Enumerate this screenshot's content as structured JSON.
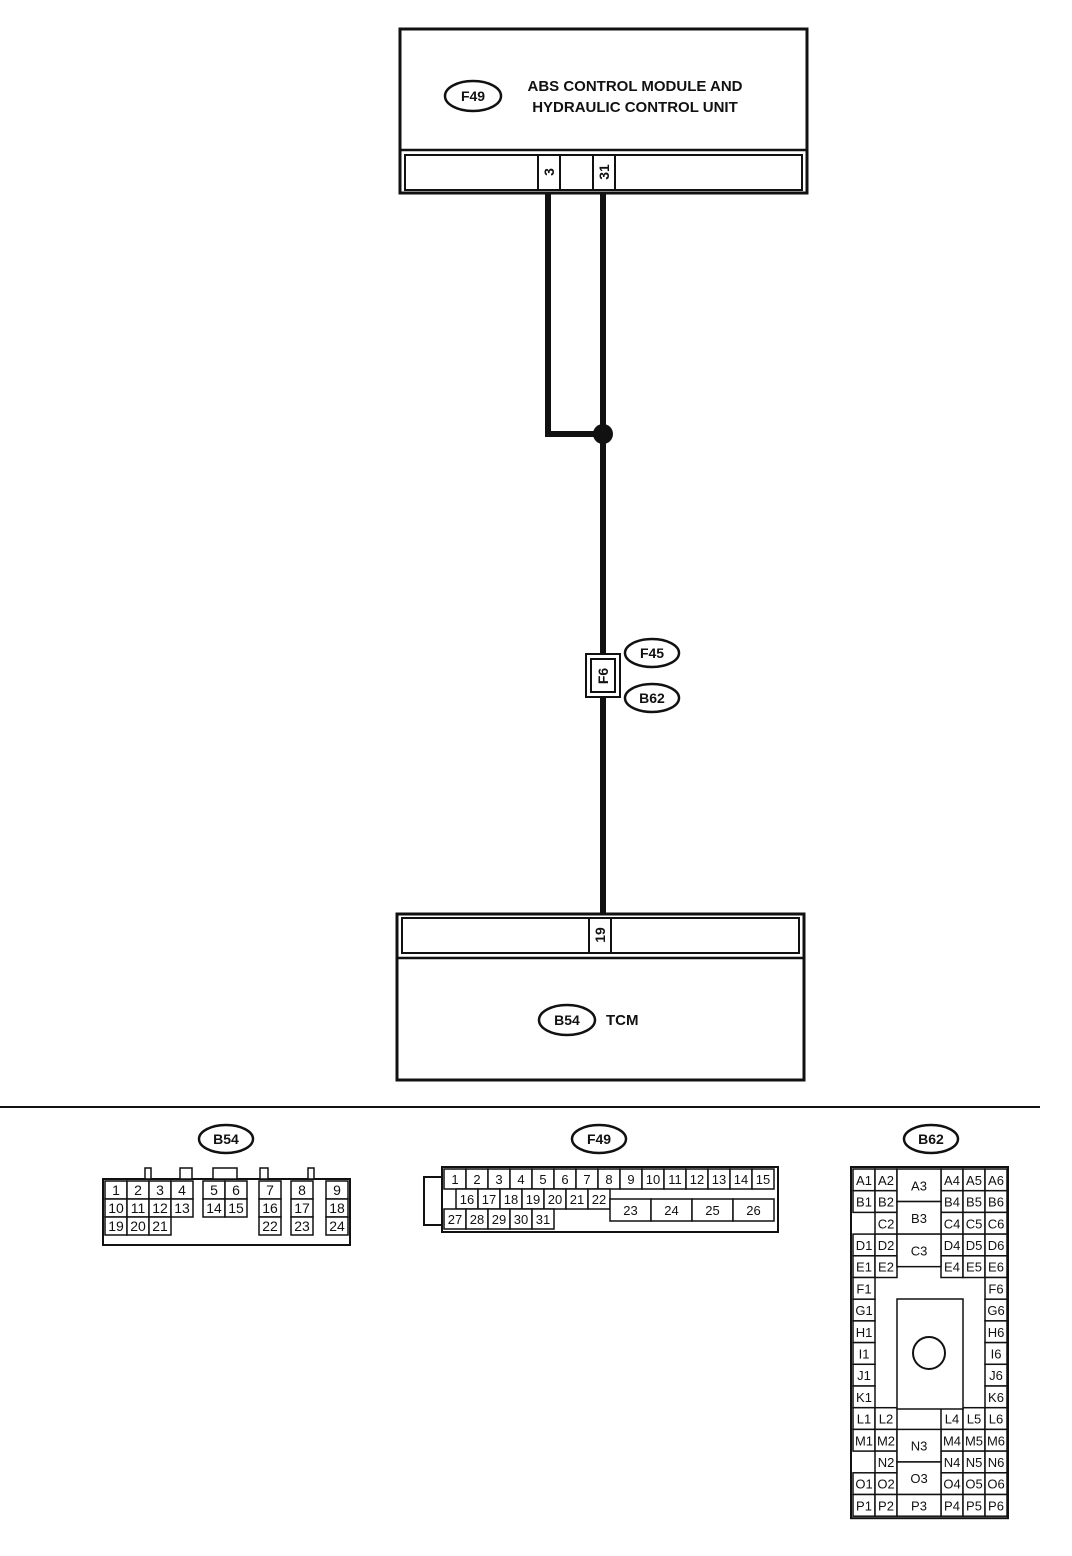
{
  "colors": {
    "ink": "#111111",
    "paper": "#ffffff",
    "shade": "#f4f4f4"
  },
  "top_unit": {
    "id": "F49",
    "title_line1": "ABS CONTROL MODULE AND",
    "title_line2": "HYDRAULIC CONTROL UNIT",
    "pins": [
      "3",
      "31"
    ]
  },
  "joint_connector": {
    "pin": "F6",
    "ids": [
      "F45",
      "B62"
    ]
  },
  "bottom_unit": {
    "id": "B54",
    "title": "TCM",
    "pin": "19"
  },
  "connectors": {
    "b54": {
      "id": "B54",
      "rows": [
        [
          "1",
          "2",
          "3",
          "4",
          "5",
          "6",
          "7",
          "8",
          "9"
        ],
        [
          "10",
          "11",
          "12",
          "13",
          "14",
          "15",
          "16",
          "17",
          "18"
        ],
        [
          "19",
          "20",
          "21",
          "22",
          "23",
          "24"
        ]
      ]
    },
    "f49": {
      "id": "F49",
      "row1": [
        "1",
        "2",
        "3",
        "4",
        "5",
        "6",
        "7",
        "8",
        "9",
        "10",
        "11",
        "12",
        "13",
        "14",
        "15"
      ],
      "row2": [
        "16",
        "17",
        "18",
        "19",
        "20",
        "21",
        "22"
      ],
      "row2_wide": [
        "23",
        "24",
        "25",
        "26"
      ],
      "row3": [
        "27",
        "28",
        "29",
        "30",
        "31"
      ]
    },
    "b62": {
      "id": "B62",
      "left_rows": [
        [
          "A1",
          "A2"
        ],
        [
          "B1",
          "B2"
        ],
        [
          "",
          "C2"
        ],
        [
          "D1",
          "D2"
        ],
        [
          "E1",
          "E2"
        ],
        [
          "F1",
          ""
        ],
        [
          "G1",
          ""
        ],
        [
          "H1",
          ""
        ],
        [
          "I1",
          ""
        ],
        [
          "J1",
          ""
        ],
        [
          "K1",
          ""
        ],
        [
          "L1",
          "L2"
        ],
        [
          "M1",
          "M2"
        ],
        [
          "",
          "N2"
        ],
        [
          "O1",
          "O2"
        ],
        [
          "P1",
          "P2"
        ]
      ],
      "right_rows": [
        [
          "A4",
          "A5",
          "A6"
        ],
        [
          "B4",
          "B5",
          "B6"
        ],
        [
          "C4",
          "C5",
          "C6"
        ],
        [
          "D4",
          "D5",
          "D6"
        ],
        [
          "E4",
          "E5",
          "E6"
        ],
        [
          "",
          "",
          "F6"
        ],
        [
          "",
          "",
          "G6"
        ],
        [
          "",
          "",
          "H6"
        ],
        [
          "",
          "",
          "I6"
        ],
        [
          "",
          "",
          "J6"
        ],
        [
          "",
          "",
          "K6"
        ],
        [
          "L4",
          "L5",
          "L6"
        ],
        [
          "M4",
          "M5",
          "M6"
        ],
        [
          "N4",
          "N5",
          "N6"
        ],
        [
          "O4",
          "O5",
          "O6"
        ],
        [
          "P4",
          "P5",
          "P6"
        ]
      ],
      "center": [
        "A3",
        "B3",
        "C3",
        "N3",
        "O3",
        "P3"
      ]
    }
  }
}
